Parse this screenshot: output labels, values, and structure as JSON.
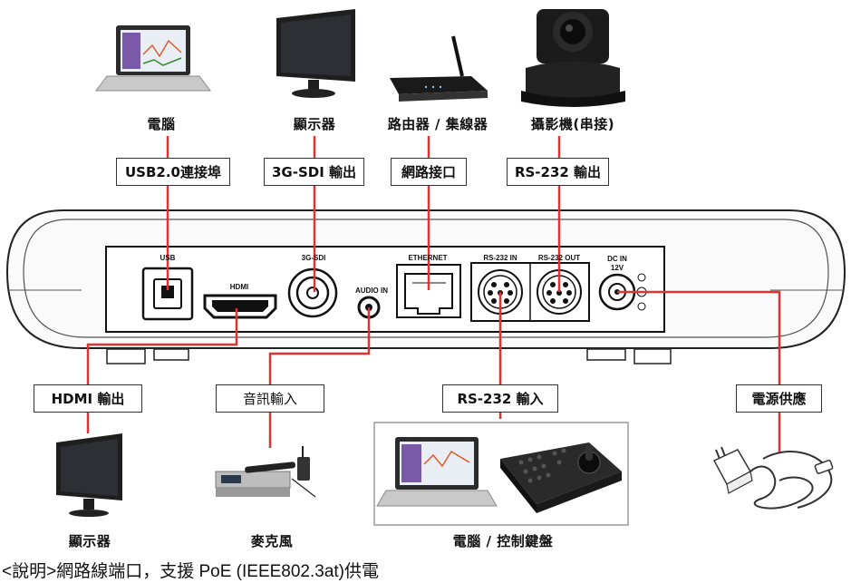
{
  "devices_top": {
    "computer": "電腦",
    "monitor": "顯示器",
    "router": "路由器 / 集線器",
    "camera": "攝影機(串接)"
  },
  "callouts_top": {
    "usb": "USB2.0連接埠",
    "sdi": "3G-SDI 輸出",
    "network": "網路接口",
    "rs232_out": "RS-232 輸出"
  },
  "ports": {
    "usb": "USB",
    "hdmi": "HDMI",
    "sdi": "3G-SDI",
    "audio_in": "AUDIO IN",
    "ethernet": "ETHERNET",
    "rs232_in": "RS-232 IN",
    "rs232_out": "RS-232 OUT",
    "dc_in_1": "DC IN",
    "dc_in_2": "12V"
  },
  "callouts_bottom": {
    "hdmi": "HDMI 輸出",
    "audio": "音訊輸入",
    "rs232_in": "RS-232 輸入",
    "power": "電源供應"
  },
  "devices_bottom": {
    "monitor": "顯示器",
    "microphone": "麥克風",
    "controller": "電腦 / 控制鍵盤"
  },
  "note": "<說明>網路線端口，支援 PoE (IEEE802.3at)供電",
  "colors": {
    "connector_line": "#e0322e"
  }
}
